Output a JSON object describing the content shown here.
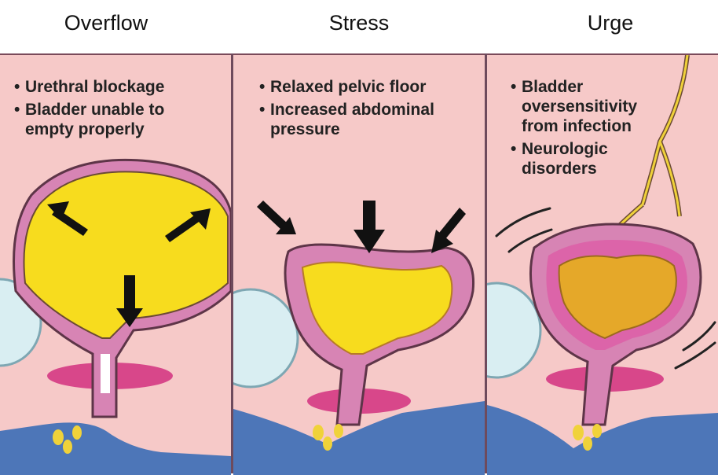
{
  "panels": [
    {
      "title": "Overflow",
      "bullets": [
        "Urethral blockage",
        "Bladder unable to empty properly"
      ],
      "icon": "expanding-bladder-arrows-outward"
    },
    {
      "title": "Stress",
      "bullets": [
        "Relaxed pelvic floor",
        "Increased abdominal pressure"
      ],
      "icon": "pressure-arrows-inward"
    },
    {
      "title": "Urge",
      "bullets": [
        "Bladder oversensitivity from infection",
        "Neurologic disorders"
      ],
      "icon": "contracting-bladder-with-nerve"
    }
  ],
  "colors": {
    "background": "#f6c9c8",
    "bladder_wall": "#d784b4",
    "urine": "#f7dc1e",
    "urine_urge": "#e5a829",
    "floor": "#4d76b8",
    "muscle": "#d8478a",
    "bone": "#d9eef2"
  }
}
